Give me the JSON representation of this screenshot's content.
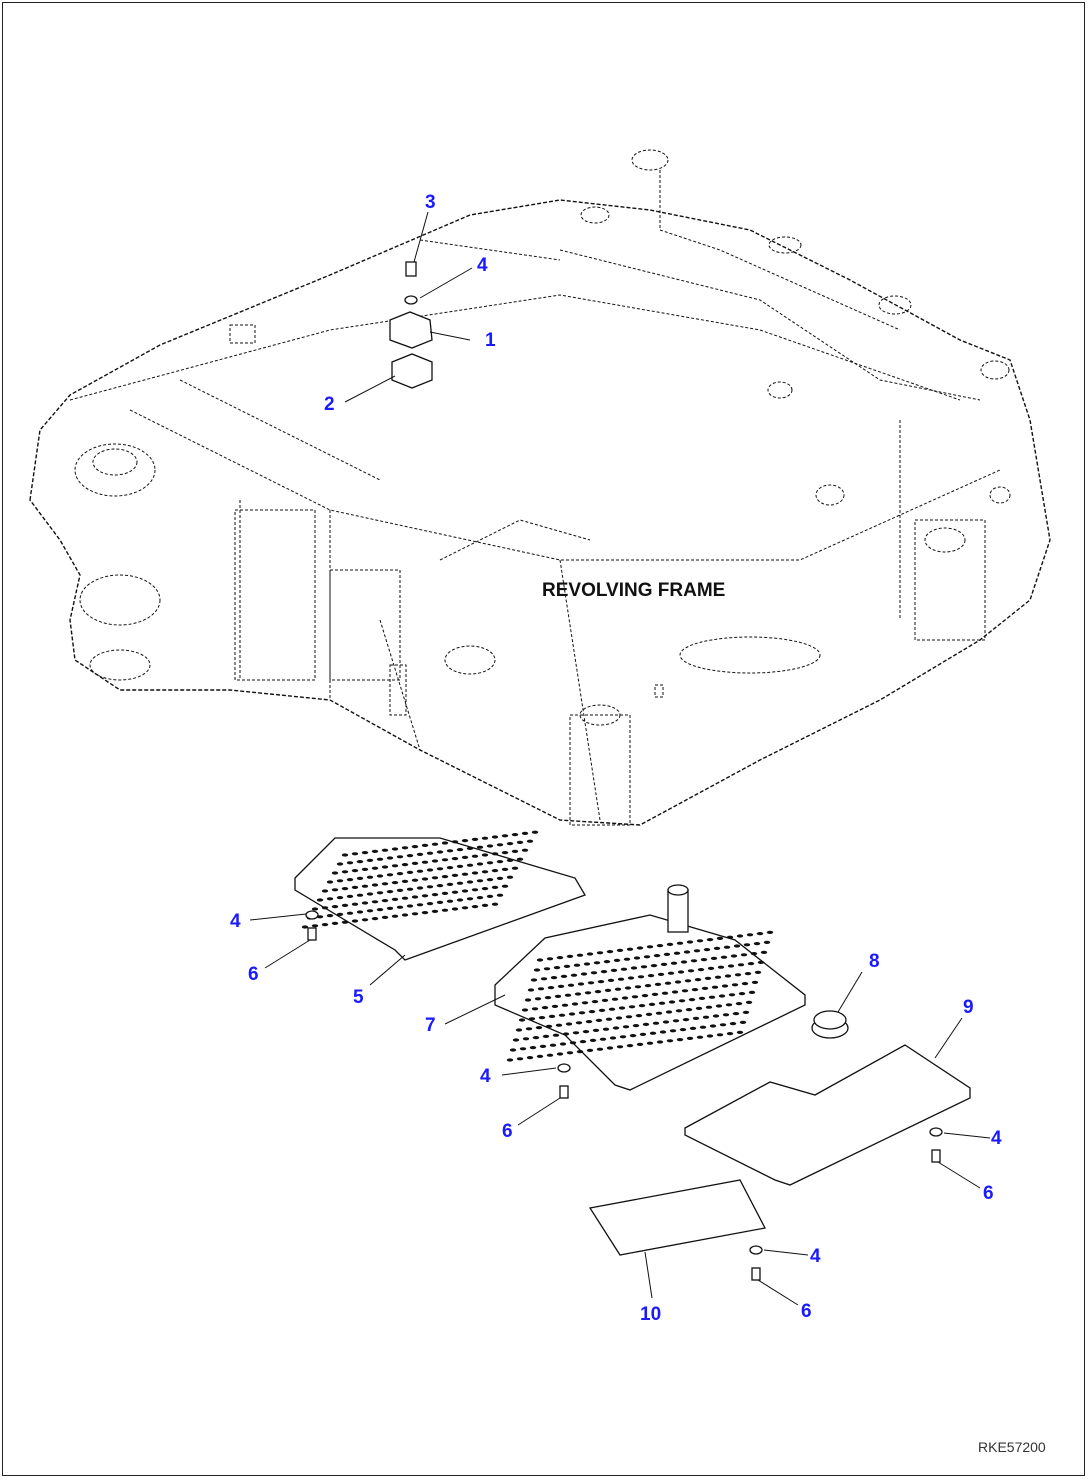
{
  "diagram": {
    "frame_label": "REVOLVING FRAME",
    "drawing_code": "RKE57200"
  },
  "callouts": [
    {
      "id": "c1",
      "text": "1"
    },
    {
      "id": "c2",
      "text": "2"
    },
    {
      "id": "c3",
      "text": "3"
    },
    {
      "id": "c4a",
      "text": "4"
    },
    {
      "id": "c4b",
      "text": "4"
    },
    {
      "id": "c6a",
      "text": "6"
    },
    {
      "id": "c5",
      "text": "5"
    },
    {
      "id": "c7",
      "text": "7"
    },
    {
      "id": "c8",
      "text": "8"
    },
    {
      "id": "c9",
      "text": "9"
    },
    {
      "id": "c4c",
      "text": "4"
    },
    {
      "id": "c6b",
      "text": "6"
    },
    {
      "id": "c4d",
      "text": "4"
    },
    {
      "id": "c6c",
      "text": "6"
    },
    {
      "id": "c4e",
      "text": "4"
    },
    {
      "id": "c6d",
      "text": "6"
    },
    {
      "id": "c10",
      "text": "10"
    }
  ],
  "colors": {
    "callout": "#1a1aff",
    "line": "#111111"
  }
}
